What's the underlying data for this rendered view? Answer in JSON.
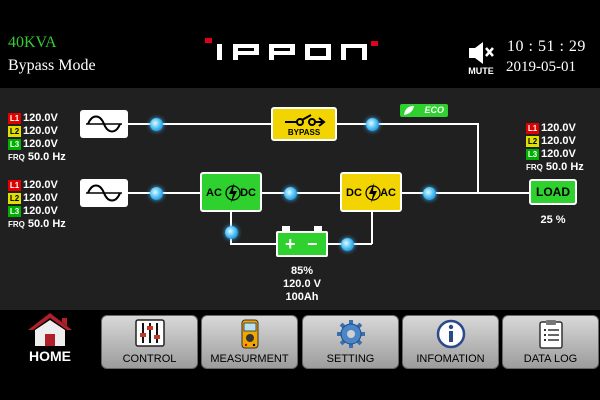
{
  "header": {
    "capacity": "40KVA",
    "mode": "Bypass Mode",
    "brand": "ippon",
    "mute_label": "MUTE",
    "time": "10 : 51 : 29",
    "date": "2019-05-01"
  },
  "bypass_input": {
    "phases": [
      {
        "tag": "L1",
        "value": "120.0V"
      },
      {
        "tag": "L2",
        "value": "120.0V"
      },
      {
        "tag": "L3",
        "value": "120.0V"
      }
    ],
    "frq_label": "FRQ",
    "frq_value": "50.0 Hz"
  },
  "main_input": {
    "phases": [
      {
        "tag": "L1",
        "value": "120.0V"
      },
      {
        "tag": "L2",
        "value": "120.0V"
      },
      {
        "tag": "L3",
        "value": "120.0V"
      }
    ],
    "frq_label": "FRQ",
    "frq_value": "50.0 Hz"
  },
  "output": {
    "phases": [
      {
        "tag": "L1",
        "value": "120.0V"
      },
      {
        "tag": "L2",
        "value": "120.0V"
      },
      {
        "tag": "L3",
        "value": "120.0V"
      }
    ],
    "frq_label": "FRQ",
    "frq_value": "50.0 Hz",
    "load_label": "LOAD",
    "load_percent": "25 %"
  },
  "blocks": {
    "bypass_label": "BYPASS",
    "rectifier_left": "AC",
    "rectifier_right": "DC",
    "inverter_left": "DC",
    "inverter_right": "AC",
    "eco_label": "ECO"
  },
  "battery": {
    "plus": "+",
    "minus": "−",
    "capacity_percent": "85%",
    "voltage": "120.0 V",
    "amp_hours": "100Ah"
  },
  "nav": {
    "home": "HOME",
    "buttons": [
      {
        "label": "CONTROL",
        "icon": "sliders-icon"
      },
      {
        "label": "MEASURMENT",
        "icon": "multimeter-icon"
      },
      {
        "label": "SETTING",
        "icon": "gear-icon"
      },
      {
        "label": "INFOMATION",
        "icon": "info-icon"
      },
      {
        "label": "DATA LOG",
        "icon": "clipboard-icon"
      }
    ]
  },
  "colors": {
    "phase_l1": "#e00000",
    "phase_l2": "#e0e000",
    "phase_l3": "#00b000",
    "active_green": "#2ed12e",
    "bypass_yellow": "#f2d400",
    "flow_dot": "#4fc3f7",
    "capacity_text": "#33cc33",
    "brand_accent": "#e0001a"
  }
}
